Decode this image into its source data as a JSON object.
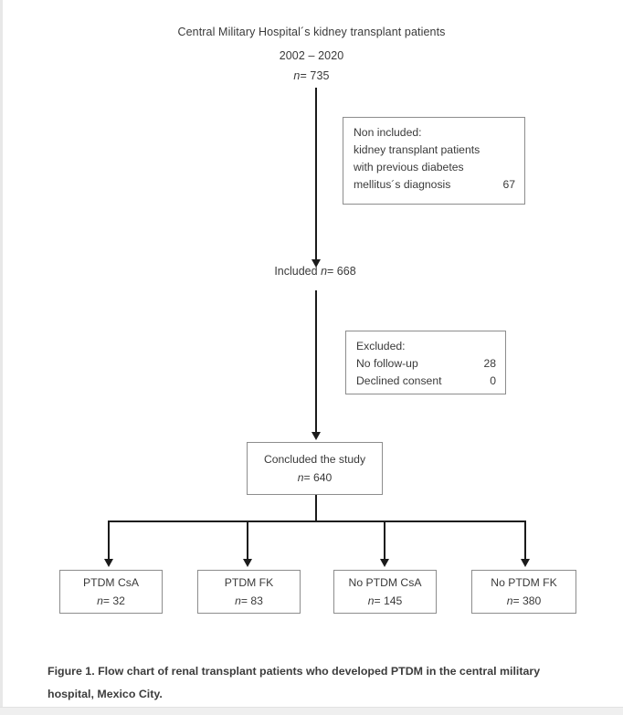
{
  "figure": {
    "header": {
      "title": "Central Military Hospital´s kidney transplant patients",
      "years": "2002 – 2020",
      "n_label": "n",
      "n_value": "= 735"
    },
    "non_included_box": {
      "heading": "Non included:",
      "line2": "kidney transplant patients",
      "line3": "with previous diabetes",
      "line4_label": "mellitus´s diagnosis",
      "line4_value": "67"
    },
    "included_label": {
      "text": "Included ",
      "n_label": "n",
      "n_value": "= 668"
    },
    "excluded_box": {
      "heading": "Excluded:",
      "rows": [
        {
          "label": "No follow-up",
          "value": "28"
        },
        {
          "label": "Declined consent",
          "value": "0"
        }
      ]
    },
    "concluded_box": {
      "title": "Concluded the study",
      "n_label": "n",
      "n_value": "= 640"
    },
    "outcome_boxes": [
      {
        "title": "PTDM CsA",
        "n_label": "n",
        "n_value": "= 32"
      },
      {
        "title": "PTDM FK",
        "n_label": "n",
        "n_value": "= 83"
      },
      {
        "title": "No PTDM CsA",
        "n_label": "n",
        "n_value": "= 145"
      },
      {
        "title": "No PTDM FK",
        "n_label": "n",
        "n_value": "= 380"
      }
    ],
    "caption": "Figure 1. Flow chart of renal transplant patients who developed PTDM in the central military hospital, Mexico City.",
    "colors": {
      "connector": "#1b1b1b",
      "box_border": "#8d8d8d",
      "text": "#3a3a3a",
      "background": "#ffffff"
    }
  },
  "chart_data": {
    "type": "diagram",
    "title": "Central Military Hospital´s kidney transplant patients 2002 – 2020",
    "nodes": [
      {
        "id": "enrolled",
        "label": "Central Military Hospital´s kidney transplant patients 2002 – 2020",
        "n": 735
      },
      {
        "id": "non_included",
        "label": "Non included: kidney transplant patients with previous diabetes mellitus´s diagnosis",
        "n": 67
      },
      {
        "id": "included",
        "label": "Included",
        "n": 668
      },
      {
        "id": "excluded_no_followup",
        "label": "Excluded: No follow-up",
        "n": 28
      },
      {
        "id": "excluded_declined",
        "label": "Excluded: Declined consent",
        "n": 0
      },
      {
        "id": "concluded",
        "label": "Concluded the study",
        "n": 640
      },
      {
        "id": "ptdm_csa",
        "label": "PTDM CsA",
        "n": 32
      },
      {
        "id": "ptdm_fk",
        "label": "PTDM FK",
        "n": 83
      },
      {
        "id": "no_ptdm_csa",
        "label": "No PTDM CsA",
        "n": 145
      },
      {
        "id": "no_ptdm_fk",
        "label": "No PTDM FK",
        "n": 380
      }
    ],
    "edges": [
      {
        "from": "enrolled",
        "to": "included"
      },
      {
        "from": "enrolled",
        "to": "non_included"
      },
      {
        "from": "included",
        "to": "concluded"
      },
      {
        "from": "included",
        "to": "excluded_no_followup"
      },
      {
        "from": "included",
        "to": "excluded_declined"
      },
      {
        "from": "concluded",
        "to": "ptdm_csa"
      },
      {
        "from": "concluded",
        "to": "ptdm_fk"
      },
      {
        "from": "concluded",
        "to": "no_ptdm_csa"
      },
      {
        "from": "concluded",
        "to": "no_ptdm_fk"
      }
    ]
  }
}
